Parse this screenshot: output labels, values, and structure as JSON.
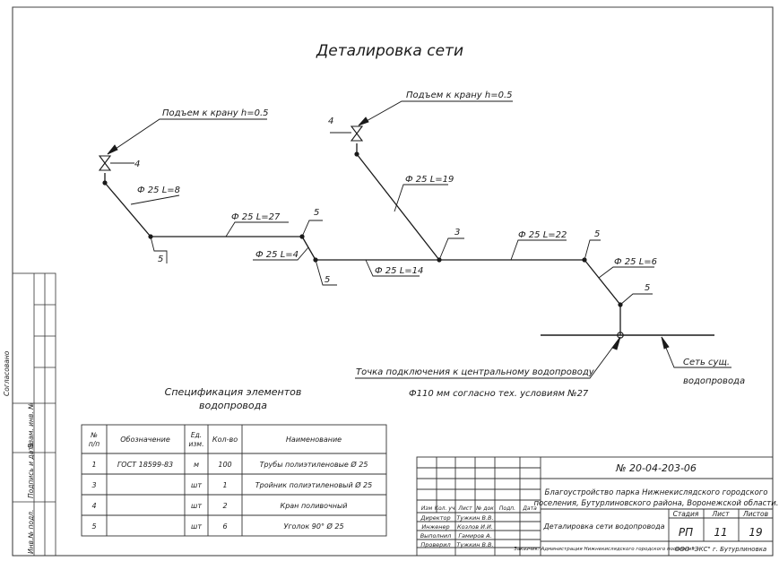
{
  "title": "Деталировка сети",
  "labels": {
    "lift_left": "Подъем к крану  h=0.5",
    "lift_mid": "Подъем к крану  h=0.5",
    "pipe_l8": "Ф 25 L=8",
    "pipe_l27": "Ф 25 L=27",
    "pipe_l4": "Ф 25 L=4",
    "pipe_l14": "Ф 25 L=14",
    "pipe_l19": "Ф 25 L=19",
    "pipe_l22": "Ф 25 L=22",
    "pipe_l6": "Ф 25 L=6",
    "node_4a": "4",
    "node_4b": "4",
    "node_5a": "5",
    "node_5b": "5",
    "node_5c": "5",
    "node_5d": "5",
    "node_5e": "5",
    "node_3": "3",
    "connection_1": "Точка подключения к центральному водопроводу",
    "connection_2": "Ф110 мм согласно тех. условиям №27",
    "existing_1": "Сеть сущ.",
    "existing_2": "водопровода"
  },
  "side_stamp": {
    "agreed": "Согласовано",
    "inv_replace": "Взам. инв. №",
    "sign_date": "Подпись и дата",
    "inv_orig": "Инв.№ подл."
  },
  "spec": {
    "title_1": "Спецификация элементов",
    "title_2": "водопровода",
    "headers": [
      "№ п/п",
      "Обозначение",
      "Ед. изм.",
      "Кол-во",
      "Наименование"
    ],
    "rows": [
      [
        "1",
        "ГОСТ 18599-83",
        "м",
        "100",
        "Трубы полиэтиленовые Ø 25"
      ],
      [
        "3",
        "",
        "шт",
        "1",
        "Тройник полиэтиленовый Ø 25"
      ],
      [
        "4",
        "",
        "шт",
        "2",
        "Кран поливочный"
      ],
      [
        "5",
        "",
        "шт",
        "6",
        "Уголок 90° Ø 25"
      ]
    ]
  },
  "stamp": {
    "code": "№ 20-04-203-06",
    "project_1": "Благоустройство парка  Нижнекислядского городского",
    "project_2": "поселения, Бутурлиновского района, Воронежской области.",
    "col_heads": [
      "Изм",
      "Кол. уч.",
      "Лист",
      "№ док",
      "Подп.",
      "Дата"
    ],
    "roles": [
      {
        "role": "Директор",
        "name": "Тужкин В.В."
      },
      {
        "role": "Инженер",
        "name": "Козлов И.И."
      },
      {
        "role": "Выполнил",
        "name": "Гамиров А."
      },
      {
        "role": "Проверил",
        "name": "Тужкин В.В."
      }
    ],
    "sheet_title": "Деталировка сети водопровода",
    "stage_head": "Стадия",
    "sheet_head": "Лист",
    "sheets_head": "Листов",
    "stage": "РП",
    "sheet": "11",
    "sheets": "19",
    "customer": "Заказчик: Администрация Нижнекислядского городского поселения",
    "company": "ООО \"ЭКС\" г. Бутурлиновка"
  }
}
